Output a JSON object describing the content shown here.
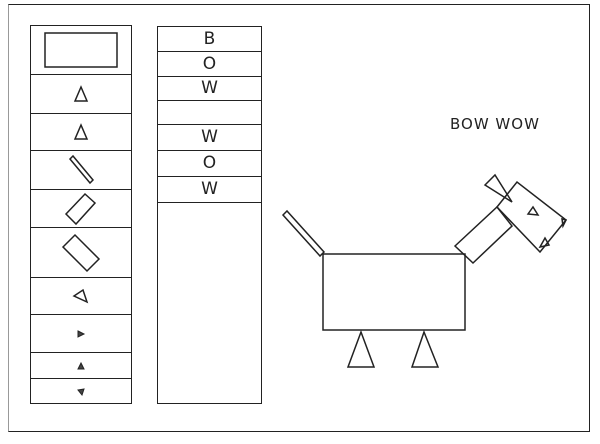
{
  "palette": {
    "items": [
      "rectangle",
      "triangle",
      "triangle-small",
      "thin-bar",
      "rectangle-tilted",
      "rectangle-tilted-large",
      "triangle-pointer",
      "triangle-tiny",
      "triangle-tiny",
      "triangle-tiny"
    ]
  },
  "letters": {
    "items": [
      "B",
      "O",
      "W",
      "",
      "W",
      "O",
      "W"
    ]
  },
  "canvas": {
    "title": "BOW WOW"
  }
}
